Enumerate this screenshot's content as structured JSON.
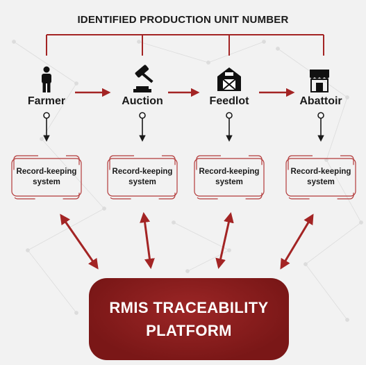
{
  "header": {
    "title": "IDENTIFIED PRODUCTION UNIT NUMBER"
  },
  "stages": [
    {
      "label": "Farmer",
      "icon": "person-icon"
    },
    {
      "label": "Auction",
      "icon": "gavel-icon"
    },
    {
      "label": "Feedlot",
      "icon": "barn-icon"
    },
    {
      "label": "Abattoir",
      "icon": "storefront-icon"
    }
  ],
  "record_systems": [
    {
      "line1": "Record-keeping",
      "line2": "system"
    },
    {
      "line1": "Record-keeping",
      "line2": "system"
    },
    {
      "line1": "Record-keeping",
      "line2": "system"
    },
    {
      "line1": "Record-keeping",
      "line2": "system"
    }
  ],
  "platform": {
    "line1": "RMIS TRACEABILITY",
    "line2": "PLATFORM"
  },
  "colors": {
    "accent": "#a32424",
    "dark": "#1a1a1a",
    "background": "#f2f2f2",
    "platform": "#8b1c1c"
  }
}
